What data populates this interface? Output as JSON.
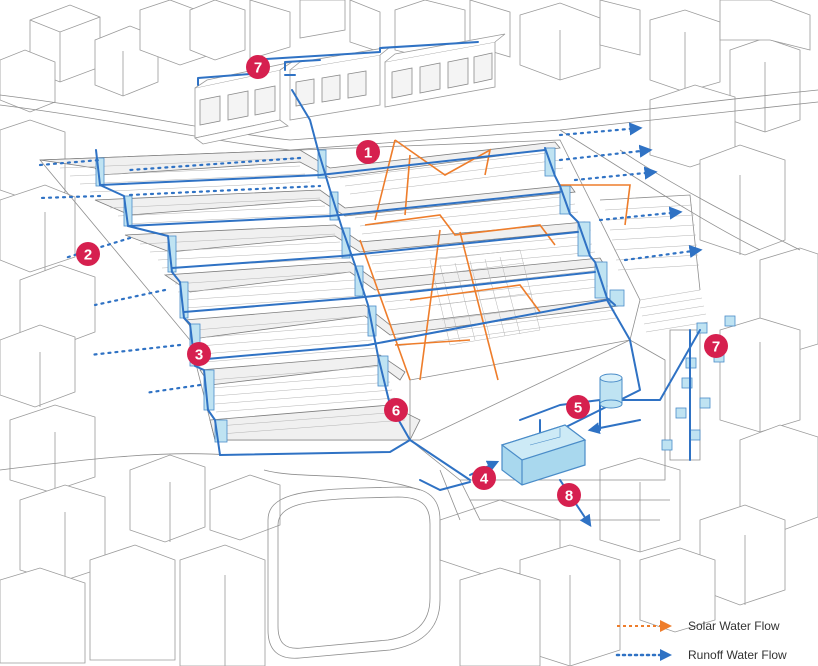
{
  "colors": {
    "runoff": "#2f72c4",
    "solar": "#ee7d2b",
    "badge": "#d6204f",
    "tank_fill": "#a9d8ee",
    "line_gray": "#8e8e8e"
  },
  "badges": [
    {
      "id": "1",
      "label": "1"
    },
    {
      "id": "2",
      "label": "2"
    },
    {
      "id": "3",
      "label": "3"
    },
    {
      "id": "4",
      "label": "4"
    },
    {
      "id": "5",
      "label": "5"
    },
    {
      "id": "6",
      "label": "6"
    },
    {
      "id": "7a",
      "label": "7"
    },
    {
      "id": "7b",
      "label": "7"
    },
    {
      "id": "8",
      "label": "8"
    }
  ],
  "legend": {
    "solar_label": "Solar Water Flow",
    "runoff_label": "Runoff Water Flow"
  }
}
